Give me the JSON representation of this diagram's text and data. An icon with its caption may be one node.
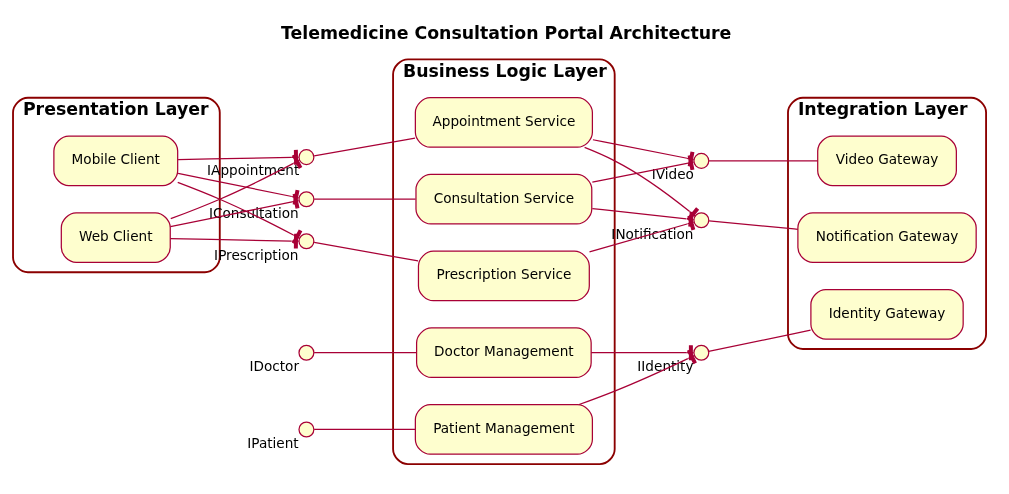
{
  "diagram": {
    "title": "Telemedicine Consultation Portal Architecture",
    "nodes": [
      {
        "text": [
          "Presentation Layer"
        ]
      },
      {
        "text": [
          "Mobile Client"
        ],
        "in": 0
      },
      {
        "text": [
          "Web Client"
        ],
        "in": 0
      },
      {
        "text": [
          "IAppointment"
        ]
      },
      {
        "text": [
          "IConsultation"
        ]
      },
      {
        "text": [
          "IPrescription"
        ]
      },
      {
        "text": [
          "IDoctor"
        ]
      },
      {
        "text": [
          "IPatient"
        ]
      },
      {
        "text": [
          "Business Logic Layer"
        ]
      },
      {
        "text": [
          "Appointment Service"
        ],
        "in": 8
      },
      {
        "text": [
          "Consultation Service"
        ],
        "in": 8
      },
      {
        "text": [
          "Prescription Service"
        ],
        "in": 8
      },
      {
        "text": [
          "Doctor Management"
        ],
        "in": 8
      },
      {
        "text": [
          "Patient Management"
        ],
        "in": 8
      },
      {
        "text": [
          "IVideo"
        ]
      },
      {
        "text": [
          "INotification"
        ]
      },
      {
        "text": [
          "IIdentity"
        ]
      },
      {
        "text": [
          "Integration Layer"
        ]
      },
      {
        "text": [
          "Video Gateway"
        ],
        "in": 17
      },
      {
        "text": [
          "Notification Gateway"
        ],
        "in": 17
      },
      {
        "text": [
          "Identity Gateway"
        ],
        "in": 17
      }
    ],
    "edges": [
      {
        "from": 1,
        "to": 3,
        "arrow": "other"
      },
      {
        "from": 1,
        "to": 4,
        "arrow": "other"
      },
      {
        "from": 1,
        "to": 5,
        "arrow": "other"
      },
      {
        "from": 2,
        "to": 3,
        "arrow": "other"
      },
      {
        "from": 2,
        "to": 4,
        "arrow": "other"
      },
      {
        "from": 2,
        "to": 5,
        "arrow": "other"
      },
      {
        "from": 3,
        "to": 9,
        "arrow": "none"
      },
      {
        "from": 4,
        "to": 10,
        "arrow": "none"
      },
      {
        "from": 5,
        "to": 11,
        "arrow": "none"
      },
      {
        "from": 6,
        "to": 12,
        "arrow": "none"
      },
      {
        "from": 7,
        "to": 13,
        "arrow": "none"
      },
      {
        "from": 9,
        "to": 14,
        "arrow": "other"
      },
      {
        "from": 9,
        "to": 15,
        "arrow": "other"
      },
      {
        "from": 10,
        "to": 14,
        "arrow": "other"
      },
      {
        "from": 10,
        "to": 15,
        "arrow": "other"
      },
      {
        "from": 11,
        "to": 15,
        "arrow": "other"
      },
      {
        "from": 12,
        "to": 16,
        "arrow": "other"
      },
      {
        "from": 13,
        "to": 16,
        "arrow": "other"
      },
      {
        "from": 14,
        "to": 18,
        "arrow": "none"
      },
      {
        "from": 15,
        "to": 19,
        "arrow": "none"
      },
      {
        "from": 16,
        "to": 20,
        "arrow": "none"
      }
    ]
  }
}
